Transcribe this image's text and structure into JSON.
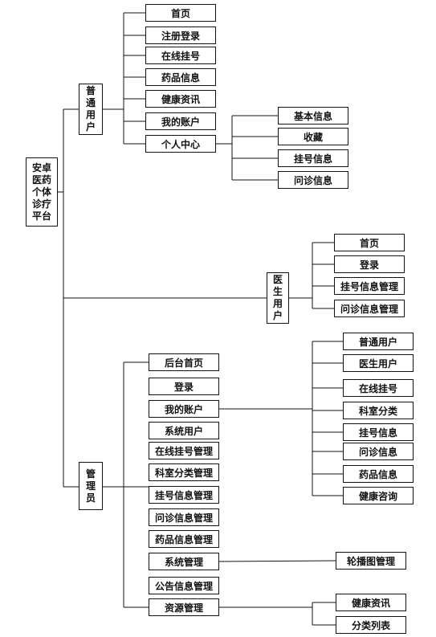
{
  "root": {
    "label": "安卓\n医药\n个体\n诊疗\n平台"
  },
  "branches": [
    {
      "label": "普\n通\n用\n户",
      "children": [
        {
          "label": "首页"
        },
        {
          "label": "注册登录"
        },
        {
          "label": "在线挂号"
        },
        {
          "label": "药品信息"
        },
        {
          "label": "健康资讯"
        },
        {
          "label": "我的账户"
        },
        {
          "label": "个人中心",
          "children": [
            {
              "label": "基本信息"
            },
            {
              "label": "收藏"
            },
            {
              "label": "挂号信息"
            },
            {
              "label": "问诊信息"
            }
          ]
        }
      ]
    },
    {
      "label": "医\n生\n用\n户",
      "children": [
        {
          "label": "首页"
        },
        {
          "label": "登录"
        },
        {
          "label": "挂号信息管理"
        },
        {
          "label": "问诊信息管理"
        }
      ]
    },
    {
      "label": "管\n理\n员",
      "children": [
        {
          "label": "后台首页"
        },
        {
          "label": "登录"
        },
        {
          "label": "我的账户",
          "children": [
            {
              "label": "普通用户"
            },
            {
              "label": "医生用户"
            },
            {
              "label": "在线挂号"
            },
            {
              "label": "科室分类"
            },
            {
              "label": "挂号信息"
            },
            {
              "label": "问诊信息"
            },
            {
              "label": "药品信息"
            },
            {
              "label": "健康咨询"
            }
          ]
        },
        {
          "label": "系统用户"
        },
        {
          "label": "在线挂号管理"
        },
        {
          "label": "科室分类管理"
        },
        {
          "label": "挂号信息管理"
        },
        {
          "label": "问诊信息管理"
        },
        {
          "label": "药品信息管理"
        },
        {
          "label": "系统管理",
          "children": [
            {
              "label": "轮播图管理"
            }
          ]
        },
        {
          "label": "公告信息管理"
        },
        {
          "label": "资源管理",
          "children": [
            {
              "label": "健康资讯"
            },
            {
              "label": "分类列表"
            }
          ]
        }
      ]
    }
  ]
}
